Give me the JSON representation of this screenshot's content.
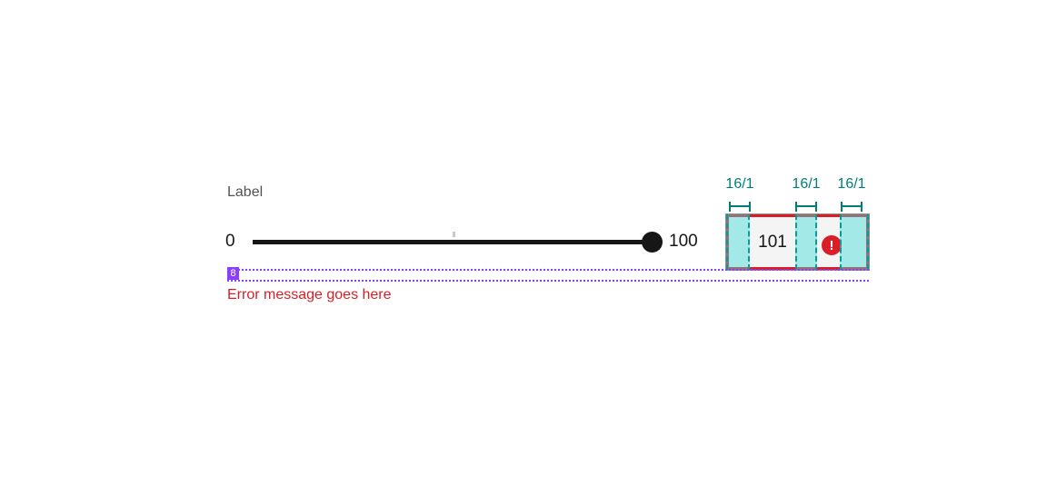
{
  "form": {
    "label": "Label",
    "slider": {
      "min": "0",
      "max": "100"
    },
    "number_input": {
      "value": "101",
      "state": "invalid"
    },
    "error_message": "Error message goes here"
  },
  "annotations": {
    "spacing": [
      {
        "label": "16/1"
      },
      {
        "label": "16/1"
      },
      {
        "label": "16/1"
      }
    ],
    "vertical_gap": {
      "label": "8"
    }
  },
  "icons": {
    "warning_glyph": "!"
  },
  "colors": {
    "error_red": "#da1e28",
    "annotation_teal": "#007d79",
    "annotation_teal_fill": "rgba(61,219,217,0.45)",
    "annotation_purple": "#8a3ffc",
    "label_gray": "#525252",
    "track_black": "#161616",
    "input_bg": "#f4f4f4"
  }
}
